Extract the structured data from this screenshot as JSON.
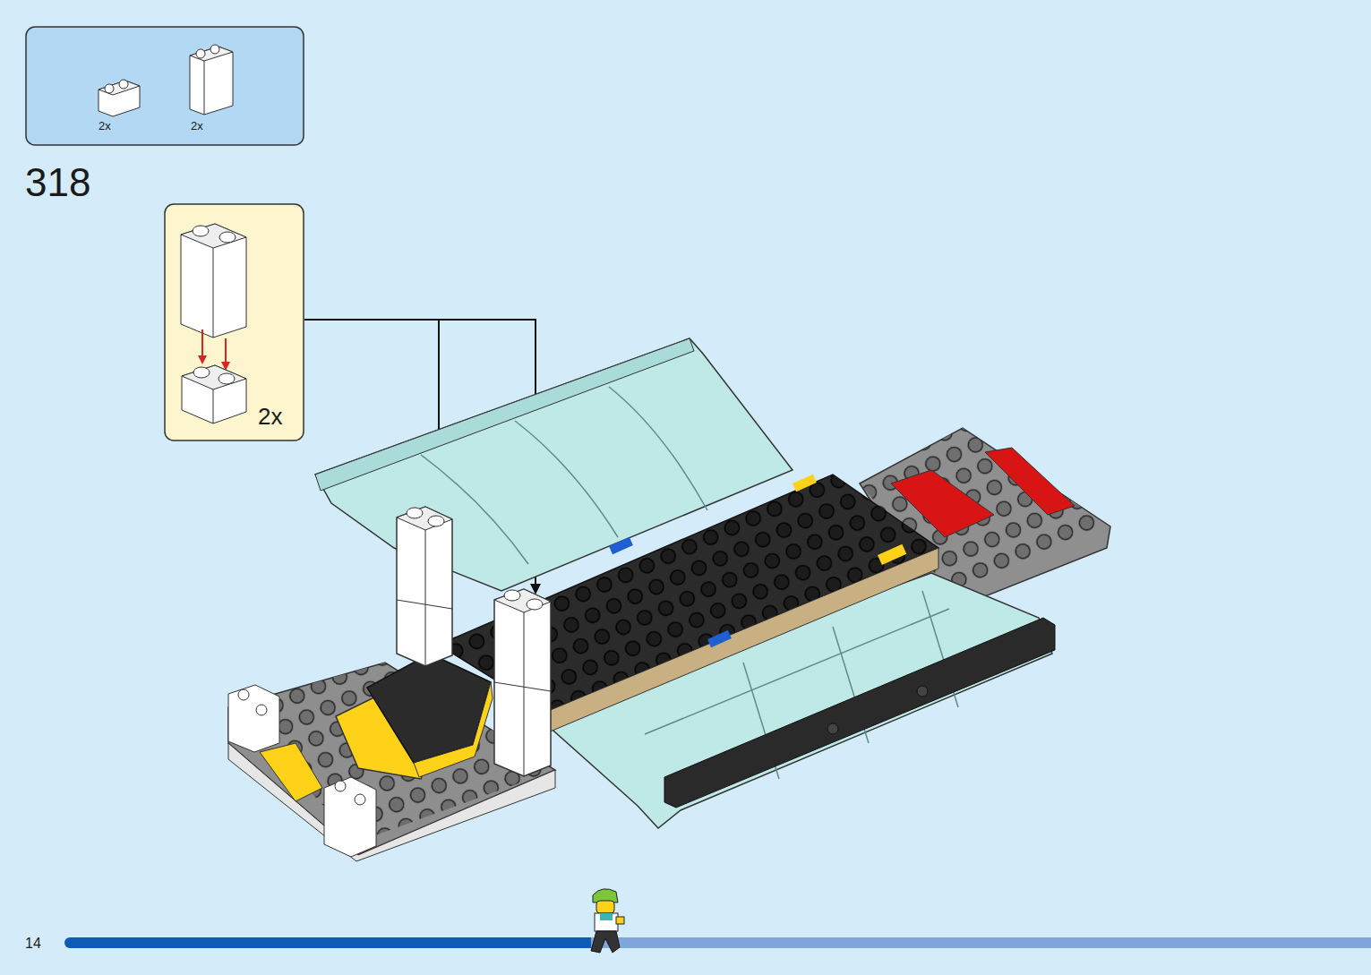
{
  "diagram": {
    "nodes": [
      {
        "text": [
          "2x",
          "2x"
        ]
      },
      {
        "text": [
          "2x"
        ]
      }
    ],
    "labels": [
      "318",
      "14"
    ]
  }
}
